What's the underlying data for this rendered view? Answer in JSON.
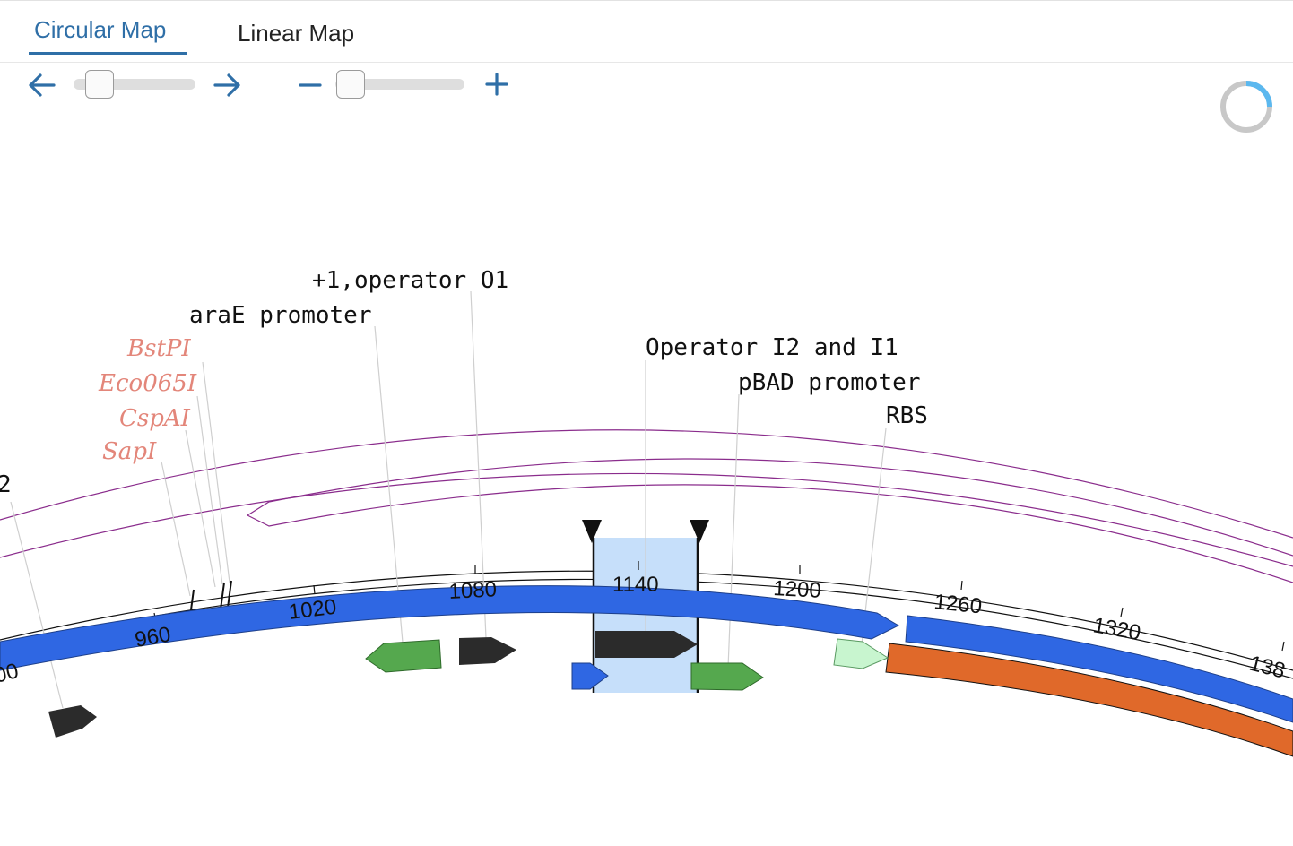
{
  "tabs": [
    {
      "label": "Circular Map",
      "active": true
    },
    {
      "label": "Linear Map",
      "active": false
    }
  ],
  "controls": {
    "rotate_left_icon": "arrow-left-icon",
    "rotate_right_icon": "arrow-right-icon",
    "zoom_out_icon": "minus-icon",
    "zoom_in_icon": "plus-icon",
    "rotation_slider_value": 0.15,
    "zoom_slider_value": 0.1
  },
  "colors": {
    "accent": "#2f6fa7",
    "feature_blue": "#2f67e3",
    "feature_orange": "#e0692a",
    "feature_green": "#55a84e",
    "feature_light_green": "#c8f5cf",
    "feature_black": "#2b2b2b",
    "selection": "#c6dffa",
    "enzyme_label": "#e3867a",
    "primer": "#8a2c8c"
  },
  "ticks": [
    "00",
    "960",
    "1020",
    "1080",
    "1140",
    "1200",
    "1260",
    "1320",
    "138"
  ],
  "annotations": {
    "operator_o1": "+1,operator O1",
    "arae_promoter": "araE promoter",
    "operator_i2_i1": "Operator I2 and I1",
    "pbad_promoter": "pBAD promoter",
    "rbs": "RBS",
    "partial_left": "2"
  },
  "enzymes": [
    "BstPI",
    "Eco065I",
    "CspAI",
    "SapI"
  ]
}
